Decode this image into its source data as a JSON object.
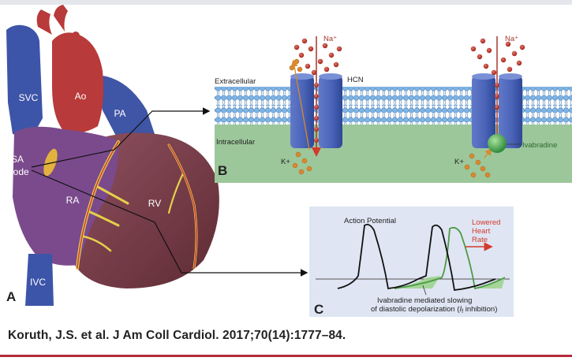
{
  "panel_a": {
    "letter": "A",
    "labels": {
      "svc": "SVC",
      "ao": "Ao",
      "pa": "PA",
      "sa_node_line1": "SA",
      "sa_node_line2": "Node",
      "ra": "RA",
      "rv": "RV",
      "ivc": "IVC"
    },
    "colors": {
      "vein": "#3d55a8",
      "aorta": "#b83a3a",
      "atrium": "#7b4a8c",
      "ventricle": "#7a3b43",
      "vessel": "#e6cf4a"
    }
  },
  "panel_b": {
    "letter": "B",
    "labels": {
      "extracellular": "Extracellular",
      "intracellular": "Intracellular",
      "channel": "HCN",
      "na": "Na⁺",
      "k": "K+",
      "drug": "Ivabradine"
    },
    "colors": {
      "extracellular_bg": "#ffffff",
      "intracellular_bg": "#9cc79a",
      "channel": "#4a64b8",
      "sodium": "#c23b2e",
      "potassium": "#d9892e",
      "drug": "#4caf50"
    }
  },
  "panel_c": {
    "letter": "C",
    "labels": {
      "action_potential": "Action Potential",
      "lowered_line1": "Lowered",
      "lowered_line2": "Heart",
      "lowered_line3": "Rate",
      "caption_line1": "Ivabradine mediated slowing",
      "caption_line2_pre": "of diastolic depolarization (",
      "caption_line2_i": "I",
      "caption_line2_sub": "f",
      "caption_line2_post": " inhibition)"
    },
    "colors": {
      "background": "#dfe5f3",
      "baseline_trace": "#111111",
      "ivabradine_trace": "#4c9a45",
      "shading": "#9ed48f",
      "arrow": "#d23a2c"
    }
  },
  "citation": "Koruth, J.S. et al. J Am Coll Cardiol. 2017;70(14):1777–84."
}
